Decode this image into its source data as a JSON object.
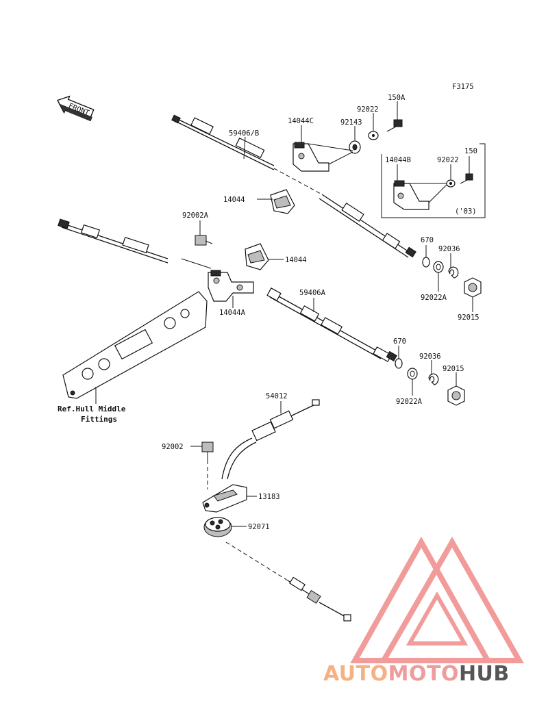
{
  "figure_code": "F3175",
  "front_arrow_label": "FRONT",
  "note_label": "('03)",
  "reference_label_line1": "Ref.Hull Middle",
  "reference_label_line2": "Fittings",
  "parts": {
    "p150A": "150A",
    "p92022_top": "92022",
    "p92143": "92143",
    "p14044C": "14044C",
    "p59406B": "59406/B",
    "p14044B": "14044B",
    "p92022_inset": "92022",
    "p150": "150",
    "p14044_upper": "14044",
    "p92002A": "92002A",
    "p14044_lower": "14044",
    "p670_upper": "670",
    "p92036_upper": "92036",
    "p92022A_upper": "92022A",
    "p92015_upper": "92015",
    "p14044A": "14044A",
    "p59406A": "59406A",
    "p670_lower": "670",
    "p92036_lower": "92036",
    "p92015_lower": "92015",
    "p92022A_lower": "92022A",
    "p54012": "54012",
    "p92002": "92002",
    "p13183": "13183",
    "p92071": "92071"
  },
  "watermark": {
    "part1": "AUTO",
    "part2": "MOTO",
    "part3": "HUB",
    "color1": "#f5b183",
    "color2": "#ee9c9c",
    "color3": "#555555",
    "logo_color": "#f08a8a"
  }
}
